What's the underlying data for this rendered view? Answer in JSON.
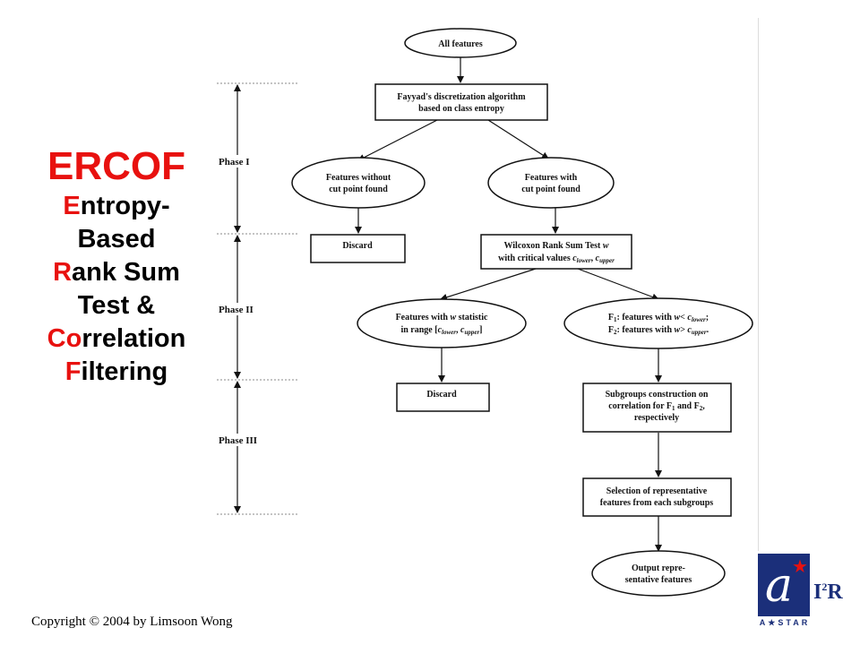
{
  "title": {
    "main": "ERCOF",
    "lines": [
      {
        "hl": "E",
        "rest": "ntropy-"
      },
      {
        "hl": "",
        "rest": "Based"
      },
      {
        "hl": "R",
        "rest": "ank Sum"
      },
      {
        "hl": "",
        "rest": "Test &"
      },
      {
        "hl": "Co",
        "rest": "rrelation"
      },
      {
        "hl": "F",
        "rest": "iltering"
      }
    ]
  },
  "phases": [
    "Phase I",
    "Phase II",
    "Phase III"
  ],
  "nodes": {
    "all_features": "All features",
    "fayyad": [
      "Fayyad's discretization algorithm",
      "based on class entropy"
    ],
    "without_cut": [
      "Features without",
      "cut point found"
    ],
    "with_cut": [
      "Features with",
      "cut point found"
    ],
    "discard1": "Discard",
    "wilcoxon": [
      "Wilcoxon Rank Sum Test w",
      "with critical values c",
      "lower",
      ", c",
      "upper"
    ],
    "w_range": [
      "Features with w statistic",
      "in range [c",
      "lower",
      ", c",
      "upper",
      "]"
    ],
    "f1f2": [
      "F",
      "1",
      ": features with w< c",
      "lower",
      ";",
      "F",
      "2",
      ": features with w> c",
      "upper",
      "."
    ],
    "discard2": "Discard",
    "subgroups": [
      "Subgroups construction on",
      "correlation for F",
      "1",
      " and F",
      "2",
      ",",
      "respectively"
    ],
    "selection": [
      "Selection of representative",
      "features from each subgroups"
    ],
    "output": [
      "Output repre-",
      "sentative features"
    ]
  },
  "copyright": "Copyright © 2004 by Limsoon Wong",
  "logo": {
    "astar": "A★STAR",
    "i2r_main": "I",
    "i2r_sup": "2",
    "i2r_end": "R"
  },
  "colors": {
    "accent": "#e8110f",
    "logo_blue": "#1b2f7a"
  }
}
